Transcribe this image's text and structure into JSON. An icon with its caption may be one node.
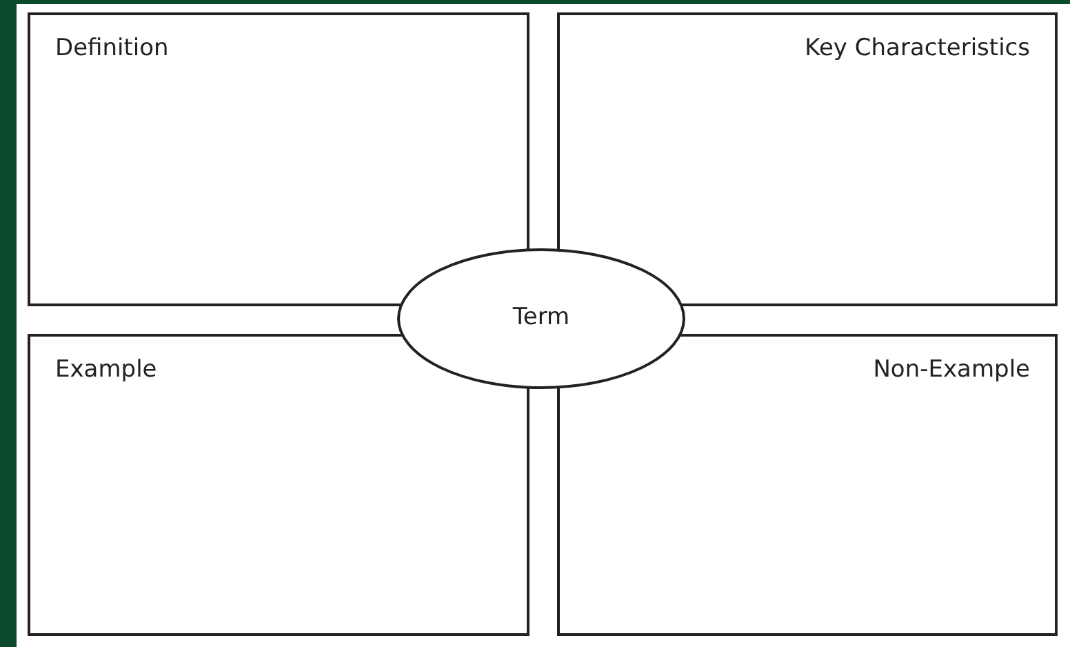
{
  "diagram": {
    "nodes": [
      {
        "text": [
          "Definition"
        ]
      },
      {
        "text": [
          "Key Characteristics"
        ]
      },
      {
        "text": [
          "Example"
        ]
      },
      {
        "text": [
          "Non-Example"
        ]
      },
      {
        "text": [
          "Term"
        ]
      }
    ]
  }
}
